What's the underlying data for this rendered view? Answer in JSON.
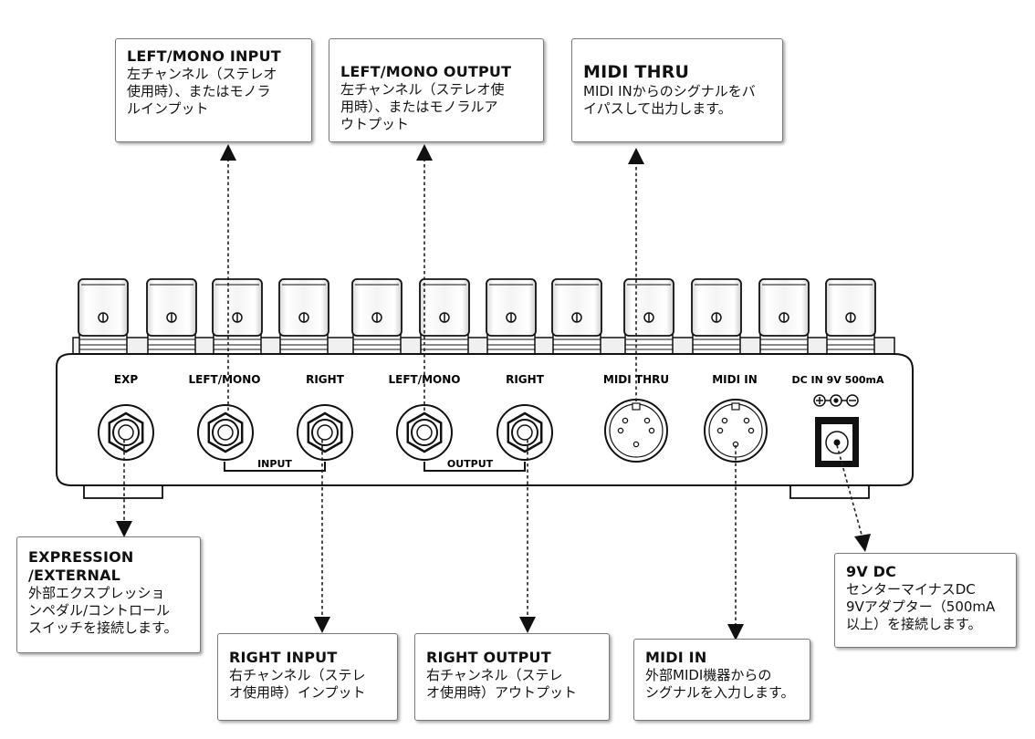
{
  "callouts": {
    "left_mono_input": {
      "title": "LEFT/MONO INPUT",
      "desc": "左チャンネル（ステレオ\n使用時）、またはモノラ\nルインプット"
    },
    "left_mono_output": {
      "title": "LEFT/MONO OUTPUT",
      "desc": "左チャンネル（ステレオ使\n用時）、またはモノラルア\nウトプット"
    },
    "midi_thru": {
      "title": "MIDI THRU",
      "desc": "MIDI INからのシグナルをバ\nイパスして出力します。"
    },
    "expression": {
      "title": "EXPRESSION\n/EXTERNAL",
      "desc": "外部エクスプレッショ\nンペダル/コントロール\nスイッチを接続します。"
    },
    "right_input": {
      "title": "RIGHT INPUT",
      "desc": "右チャンネル（ステレ\nオ使用時）インプット"
    },
    "right_output": {
      "title": "RIGHT OUTPUT",
      "desc": "右チャンネル（ステレ\nオ使用時）アウトプット"
    },
    "midi_in": {
      "title": "MIDI IN",
      "desc": "外部MIDI機器からの\nシグナルを入力します。"
    },
    "dc_9v": {
      "title": "9V DC",
      "desc": "センターマイナスDC\n9Vアダプター（500mA\n以上）を接続します。"
    }
  },
  "panel": {
    "exp": "EXP",
    "in_left": "LEFT/MONO",
    "in_right": "RIGHT",
    "out_left": "LEFT/MONO",
    "out_right": "RIGHT",
    "midi_thru": "MIDI THRU",
    "midi_in": "MIDI IN",
    "dc_in": "DC IN  9V 500mA",
    "input_bracket": "INPUT",
    "output_bracket": "OUTPUT"
  }
}
